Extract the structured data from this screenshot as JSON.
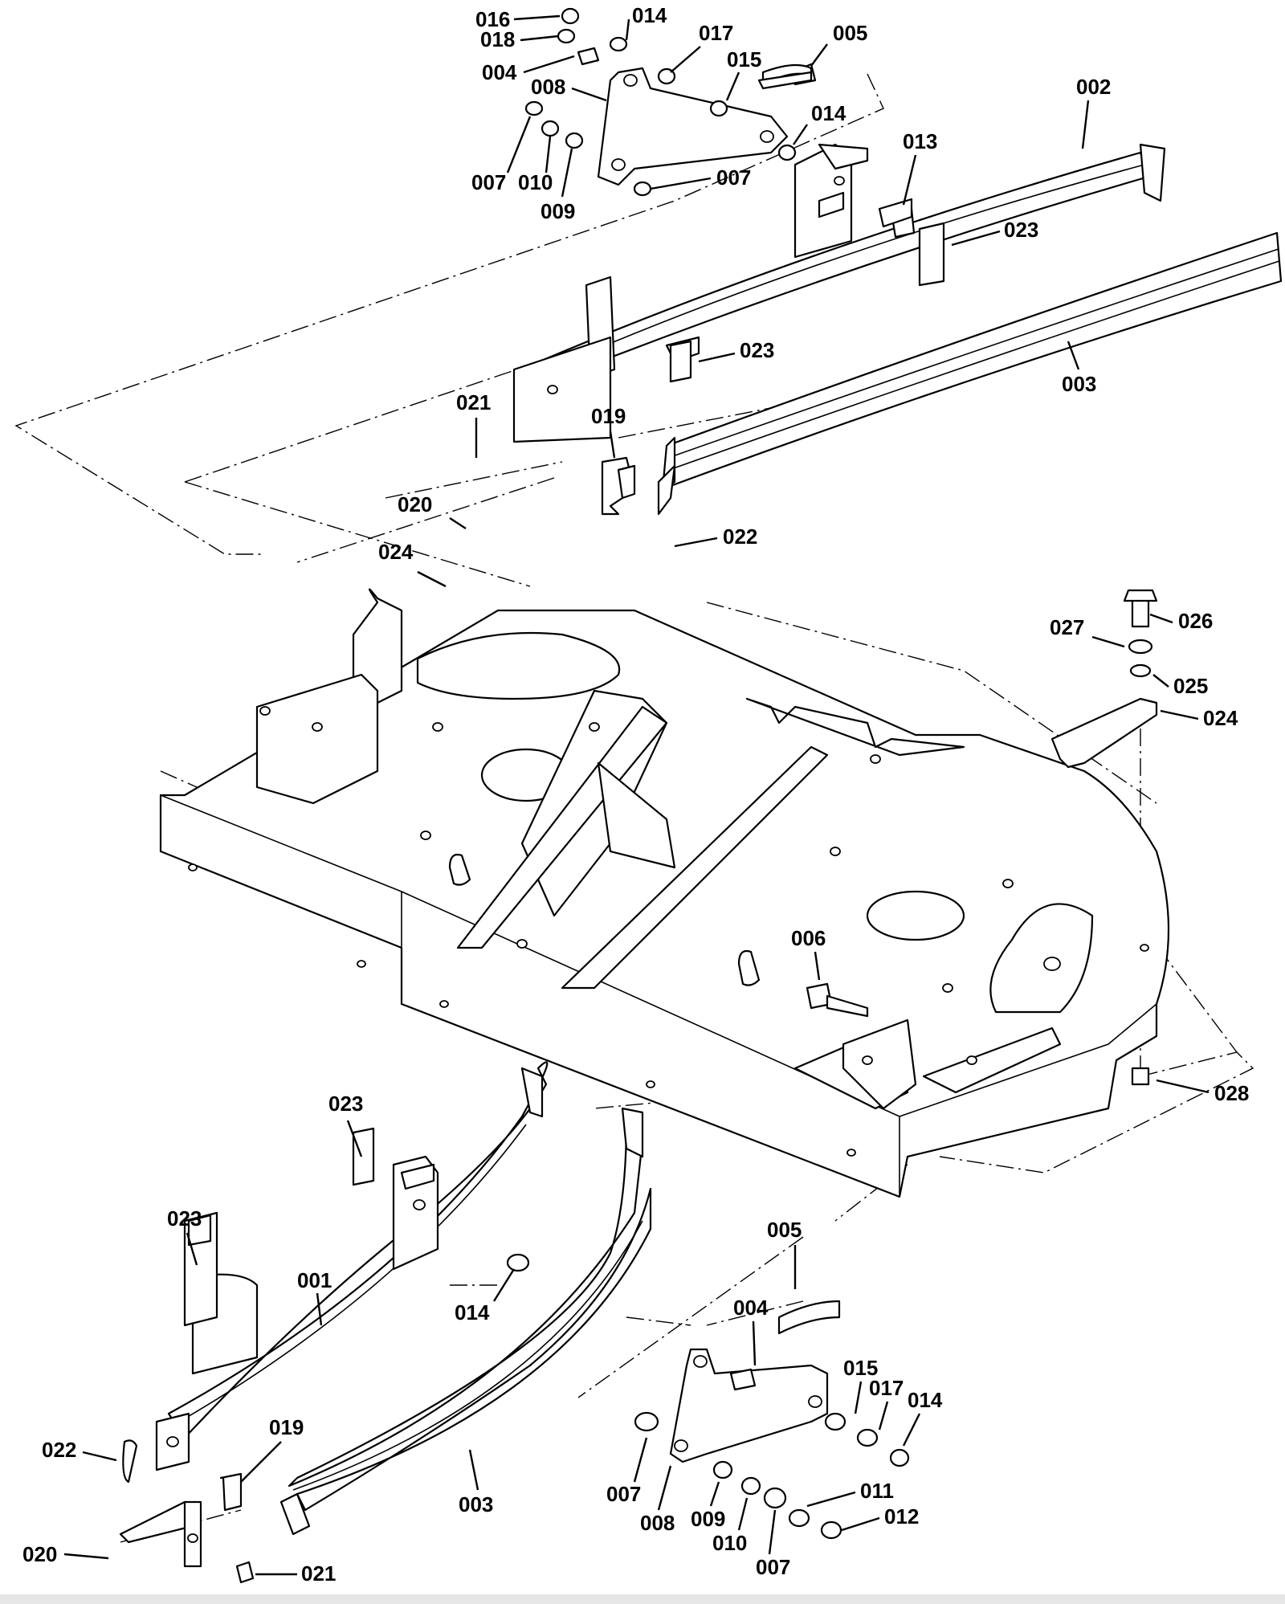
{
  "diagram": {
    "callouts": [
      {
        "id": "c016a",
        "text": "016"
      },
      {
        "id": "c014a",
        "text": "014"
      },
      {
        "id": "c018a",
        "text": "018"
      },
      {
        "id": "c017a",
        "text": "017"
      },
      {
        "id": "c005a",
        "text": "005"
      },
      {
        "id": "c004a",
        "text": "004"
      },
      {
        "id": "c015a",
        "text": "015"
      },
      {
        "id": "c008a",
        "text": "008"
      },
      {
        "id": "c002a",
        "text": "002"
      },
      {
        "id": "c014b",
        "text": "014"
      },
      {
        "id": "c013a",
        "text": "013"
      },
      {
        "id": "c007a",
        "text": "007"
      },
      {
        "id": "c010a",
        "text": "010"
      },
      {
        "id": "c009a",
        "text": "009"
      },
      {
        "id": "c007b",
        "text": "007"
      },
      {
        "id": "c023a",
        "text": "023"
      },
      {
        "id": "c023b",
        "text": "023"
      },
      {
        "id": "c003a",
        "text": "003"
      },
      {
        "id": "c021a",
        "text": "021"
      },
      {
        "id": "c019a",
        "text": "019"
      },
      {
        "id": "c020a",
        "text": "020"
      },
      {
        "id": "c022a",
        "text": "022"
      },
      {
        "id": "c024a",
        "text": "024"
      },
      {
        "id": "c026a",
        "text": "026"
      },
      {
        "id": "c027a",
        "text": "027"
      },
      {
        "id": "c025a",
        "text": "025"
      },
      {
        "id": "c024b",
        "text": "024"
      },
      {
        "id": "c006a",
        "text": "006"
      },
      {
        "id": "c028a",
        "text": "028"
      },
      {
        "id": "c023c",
        "text": "023"
      },
      {
        "id": "c023d",
        "text": "023"
      },
      {
        "id": "c005b",
        "text": "005"
      },
      {
        "id": "c001a",
        "text": "001"
      },
      {
        "id": "c014c",
        "text": "014"
      },
      {
        "id": "c004b",
        "text": "004"
      },
      {
        "id": "c015b",
        "text": "015"
      },
      {
        "id": "c017b",
        "text": "017"
      },
      {
        "id": "c014d",
        "text": "014"
      },
      {
        "id": "c022b",
        "text": "022"
      },
      {
        "id": "c019b",
        "text": "019"
      },
      {
        "id": "c007c",
        "text": "007"
      },
      {
        "id": "c011a",
        "text": "011"
      },
      {
        "id": "c009b",
        "text": "009"
      },
      {
        "id": "c012a",
        "text": "012"
      },
      {
        "id": "c003b",
        "text": "003"
      },
      {
        "id": "c008b",
        "text": "008"
      },
      {
        "id": "c010b",
        "text": "010"
      },
      {
        "id": "c020b",
        "text": "020"
      },
      {
        "id": "c021b",
        "text": "021"
      },
      {
        "id": "c007d",
        "text": "007"
      }
    ]
  }
}
